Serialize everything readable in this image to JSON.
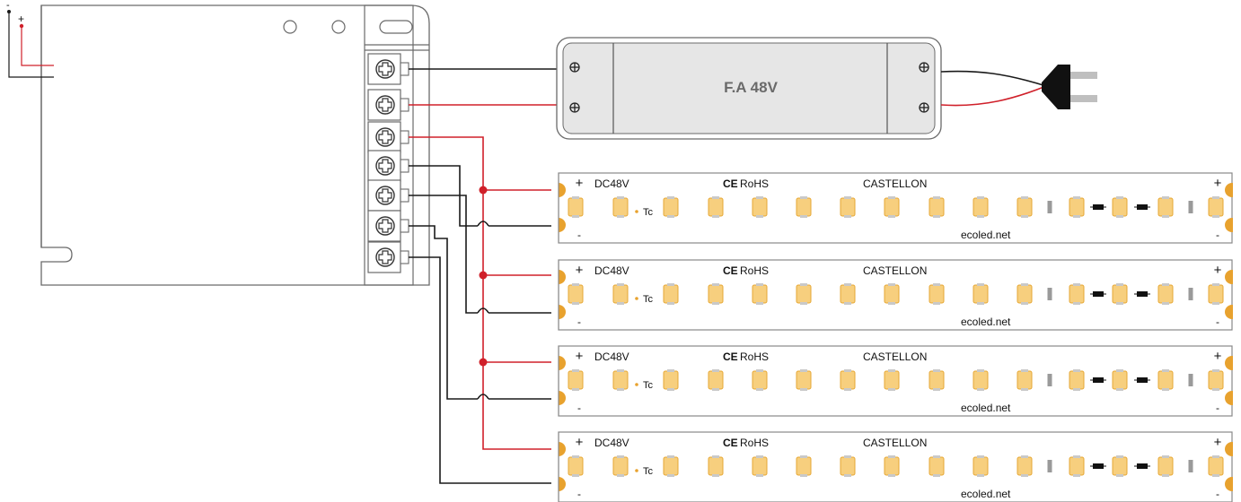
{
  "controller": {
    "polarity_plus": "+",
    "polarity_minus": "-"
  },
  "power_supply": {
    "label": "F.A 48V"
  },
  "strips": [
    {
      "voltage": "DC48V",
      "ce_mark": "CE",
      "rohs": "RoHS",
      "brand": "CASTELLON",
      "tc": "Tc",
      "website": "ecoled.net",
      "plus": "+",
      "minus": "-"
    },
    {
      "voltage": "DC48V",
      "ce_mark": "CE",
      "rohs": "RoHS",
      "brand": "CASTELLON",
      "tc": "Tc",
      "website": "ecoled.net",
      "plus": "+",
      "minus": "-"
    },
    {
      "voltage": "DC48V",
      "ce_mark": "CE",
      "rohs": "RoHS",
      "brand": "CASTELLON",
      "tc": "Tc",
      "website": "ecoled.net",
      "plus": "+",
      "minus": "-"
    },
    {
      "voltage": "DC48V",
      "ce_mark": "CE",
      "rohs": "RoHS",
      "brand": "CASTELLON",
      "tc": "Tc",
      "website": "ecoled.net",
      "plus": "+",
      "minus": "-"
    }
  ],
  "colors": {
    "positive_wire": "#d0202a",
    "negative_wire": "#1a1a1a",
    "led": "#f7cf7e",
    "led_outline": "#e6a734",
    "pad": "#e8a22e",
    "outline": "#6a6a6a"
  }
}
